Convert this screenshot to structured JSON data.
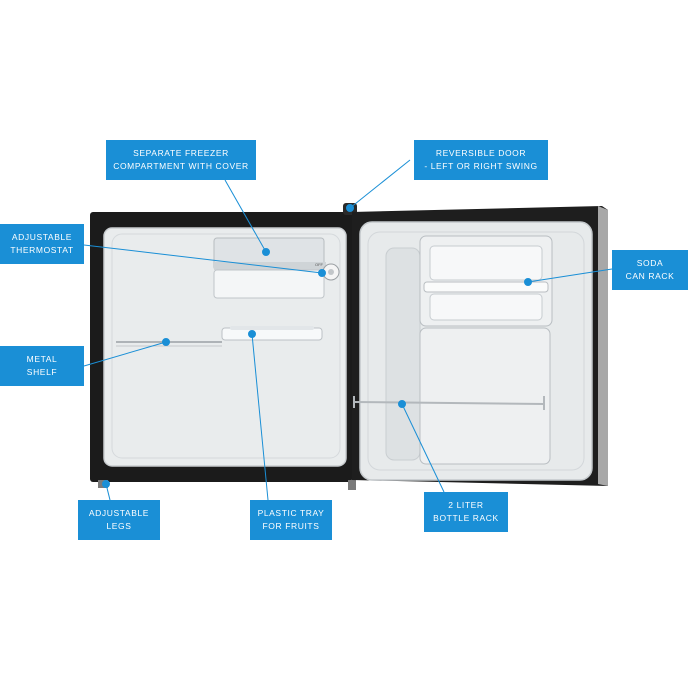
{
  "callouts": {
    "freezer": {
      "line1": "SEPARATE FREEZER",
      "line2": "COMPARTMENT WITH COVER"
    },
    "door": {
      "line1": "REVERSIBLE DOOR",
      "line2": "- LEFT OR RIGHT SWING"
    },
    "thermostat": {
      "line1": "ADJUSTABLE",
      "line2": "THERMOSTAT"
    },
    "soda": {
      "line1": "SODA",
      "line2": "CAN RACK"
    },
    "shelf": {
      "line1": "METAL",
      "line2": "SHELF"
    },
    "legs": {
      "line1": "ADJUSTABLE",
      "line2": "LEGS"
    },
    "tray": {
      "line1": "PLASTIC TRAY",
      "line2": "FOR FRUITS"
    },
    "bottle": {
      "line1": "2 LITER",
      "line2": "BOTTLE RACK"
    }
  },
  "dial_label": "OFF",
  "colors": {
    "accent": "#1a8fd6",
    "cabinet": "#1b1b1b",
    "liner": "#eceff0",
    "steel": "#a8a8a8"
  }
}
